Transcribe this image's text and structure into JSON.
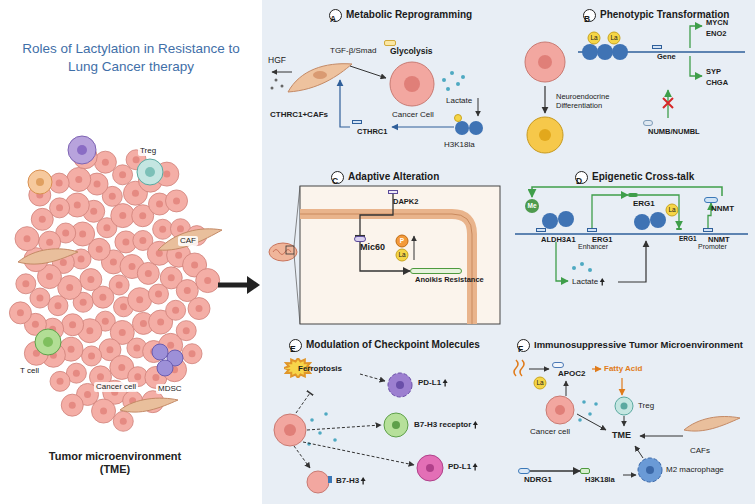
{
  "diagram": {
    "title": "Roles of Lactylation in Resistance to Lung Cancer therapy",
    "nodes": [
      {
        "text": [
          "Metabolic Reprogramming"
        ]
      },
      {
        "text": [
          "A"
        ],
        "in": 0
      },
      {
        "text": [
          "Glycolysis"
        ],
        "in": 0
      },
      {
        "text": [
          "CTHRC1"
        ],
        "in": 0
      },
      {
        "text": [
          "Phenotypic Transformation"
        ]
      },
      {
        "text": [
          "B"
        ],
        "in": 4
      },
      {
        "text": [
          "Gene"
        ],
        "in": 4
      },
      {
        "text": [
          "NUMB/NUMBL"
        ],
        "in": 4
      },
      {
        "text": [
          "Adaptive Alteration"
        ]
      },
      {
        "text": [
          "C"
        ],
        "in": 8
      },
      {
        "text": [
          "DAPK2"
        ],
        "in": 8
      },
      {
        "text": [
          "Mic60"
        ],
        "in": 8
      },
      {
        "text": [
          "Anoikis Resistance"
        ],
        "in": 8
      },
      {
        "text": [
          "Epigenetic Cross-talk"
        ]
      },
      {
        "text": [
          "D"
        ],
        "in": 13
      },
      {
        "text": [
          "ERG1"
        ],
        "in": 13
      },
      {
        "text": [
          "NNMT"
        ],
        "in": 13
      },
      {
        "text": [
          "ALDH3A1"
        ],
        "in": 13
      },
      {
        "text": [
          "ERG1"
        ],
        "in": 13
      },
      {
        "text": [
          "ERG1"
        ],
        "in": 13
      },
      {
        "text": [
          "NNMT"
        ],
        "in": 13
      },
      {
        "text": [
          "Modulation of Checkpoint Molecules"
        ]
      },
      {
        "text": [
          "E"
        ],
        "in": 21
      },
      {
        "text": [
          "Ferroptosis"
        ],
        "in": 21
      },
      {
        "text": [
          "Immunosuppressive Tumor Microenvironment"
        ]
      },
      {
        "text": [
          "F"
        ],
        "in": 24
      },
      {
        "text": [
          "APOC2"
        ],
        "in": 24
      },
      {
        "text": [
          "NDRG1"
        ],
        "in": 24
      },
      {
        "text": [
          "H3K18la"
        ],
        "in": 24
      }
    ],
    "edges": [
      {
        "from": 10,
        "to": 11,
        "arrow": "to"
      },
      {
        "from": 11,
        "to": 12,
        "arrow": "to"
      },
      {
        "from": 18,
        "to": 15,
        "arrow": "to"
      },
      {
        "from": 15,
        "to": 19,
        "arrow": "to"
      },
      {
        "from": 20,
        "to": 16,
        "arrow": "to"
      },
      {
        "from": 27,
        "to": 28,
        "arrow": "to"
      }
    ],
    "labels": [
      "Treg",
      "CAF",
      "T cell",
      "Cancer cell",
      "MDSC",
      "Tumor microenvironment (TME)",
      "HGF",
      "TGF-β/Smad",
      "Cancer Cell",
      "Lactate",
      "CTHRC1+CAFs",
      "H3K18la",
      "La",
      "La",
      "MYCN",
      "ENO2",
      "SYP",
      "CHGA",
      "Neuroendocrine Differentiation",
      "P",
      "La",
      "Me",
      "Enhancer",
      "La",
      "Promoter",
      "Lactate",
      "PD-L1",
      "B7-H3 receptor",
      "PD-L1",
      "B7-H3",
      "La",
      "Fatty Acid",
      "Treg",
      "Cancer cell",
      "TME",
      "CAFs",
      "M2 macrophage"
    ]
  }
}
